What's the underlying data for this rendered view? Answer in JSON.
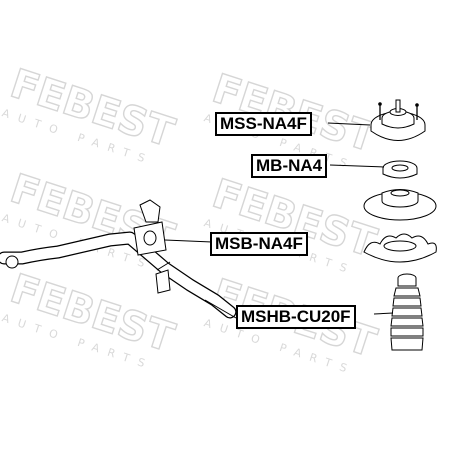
{
  "watermark": {
    "brand": "FEBEST",
    "tagline": "AUTO PARTS"
  },
  "labels": {
    "mount": "MSS-NA4F",
    "bearing": "MB-NA4",
    "bushing": "MSB-NA4F",
    "boot": "MSHB-CU20F"
  }
}
